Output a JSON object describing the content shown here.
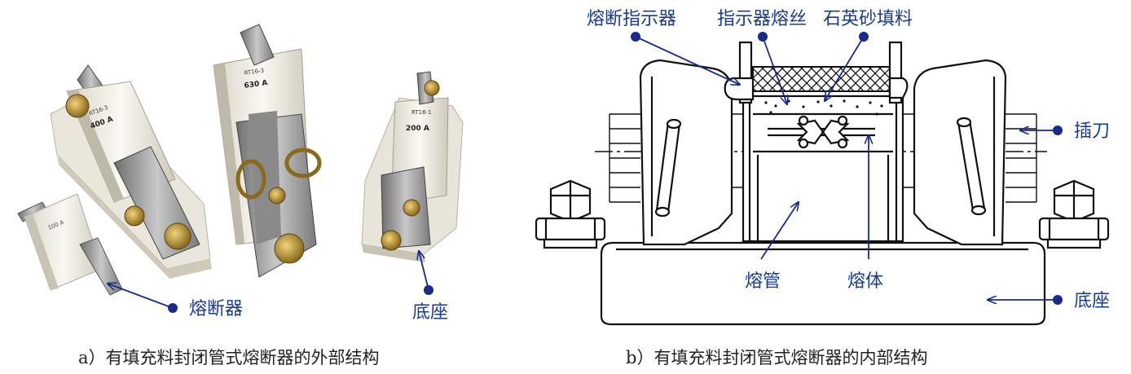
{
  "left_panel": {
    "caption": "a）有填充料封闭管式熔断器的外部结构",
    "labels": {
      "fuse": "熔断器",
      "base": "底座"
    },
    "product_texts": {
      "fuse_small": "100 A",
      "fuse_left_model": "RT16-3",
      "fuse_left_rating": "400 A",
      "fuse_center_model": "RT16-3",
      "fuse_center_rating": "630 A",
      "fuse_right_model": "RT16-1",
      "fuse_right_rating": "200 A"
    }
  },
  "right_panel": {
    "caption": "b）有填充料封闭管式熔断器的内部结构",
    "labels": {
      "indicator": "熔断指示器",
      "indicator_wire": "指示器熔丝",
      "quartz_sand": "石英砂填料",
      "blade": "插刀",
      "tube": "熔管",
      "element": "熔体",
      "base": "底座"
    }
  },
  "colors": {
    "label": "#1a3a8c",
    "pointer": "#1a2a8c",
    "ceramic": "#f2efe6",
    "metal": "#9a9a9a",
    "brass": "#b8953a"
  }
}
